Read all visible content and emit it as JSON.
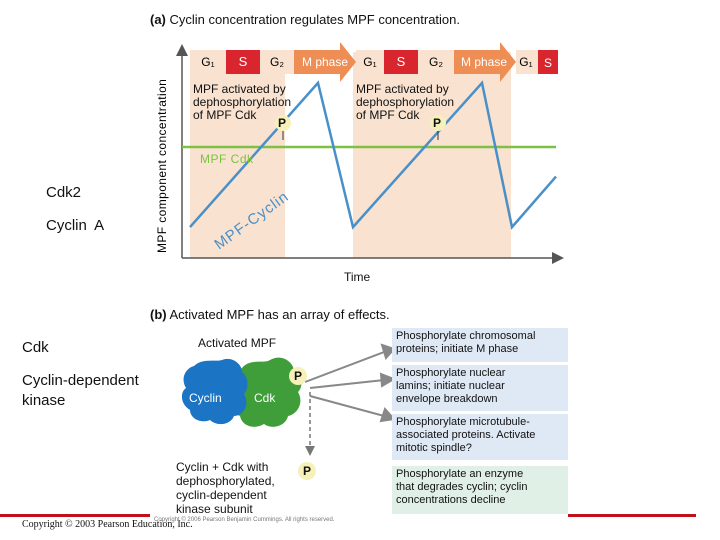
{
  "colors": {
    "phase_band": "#f9e2d0",
    "arrow_orange": "#ee8e54",
    "s_red": "#d9252e",
    "cdk_line": "#7dc142",
    "cyclin_line": "#4a90c8",
    "p_circle": "#f6f1b8",
    "cyclin_blob": "#1c75c4",
    "cdk_blob": "#3f9e3a",
    "box_blue": "#dfe9f5",
    "box_green": "#e0f0e6",
    "accent_red": "#c0101b"
  },
  "panel_a": {
    "label": "(a)",
    "title": "Cyclin concentration regulates MPF concentration.",
    "y_axis_label": "MPF component concentration",
    "x_axis_label": "Time",
    "phases": [
      {
        "label": "G₁",
        "style": "pink"
      },
      {
        "label": "S",
        "style": "red"
      },
      {
        "label": "G₂",
        "style": "pink"
      },
      {
        "label": "M phase",
        "style": "arrow"
      },
      {
        "label": "G₁",
        "style": "pink"
      },
      {
        "label": "S",
        "style": "red"
      },
      {
        "label": "G₂",
        "style": "pink"
      },
      {
        "label": "M phase",
        "style": "arrow"
      },
      {
        "label": "G₁",
        "style": "pink"
      },
      {
        "label": "S",
        "style": "red"
      }
    ],
    "annotation_1": {
      "line1": "MPF activated by",
      "line2": "dephosphorylation",
      "line3": "of MPF Cdk",
      "p": "P"
    },
    "annotation_2": {
      "line1": "MPF activated by",
      "line2": "dephosphorylation",
      "line3": "of MPF Cdk",
      "p": "P"
    },
    "cdk_line_label": "MPF Cdk",
    "cyclin_line_label": "MPF-Cyclin",
    "cyclin_level": {
      "min": 0.15,
      "peak": 0.85
    }
  },
  "left_labels": {
    "cdk2": "Cdk2",
    "cyclin_a": "Cyclin A",
    "cdk": "Cdk",
    "cdk_full_line1": "Cyclin-dependent",
    "cdk_full_line2": "kinase"
  },
  "panel_b": {
    "label": "(b)",
    "title": "Activated MPF has an array of effects.",
    "activated_label": "Activated MPF",
    "cyclin_label": "Cyclin",
    "cdk_label": "Cdk",
    "p": "P",
    "bottom_line1": "Cyclin + Cdk with",
    "bottom_line2": "dephosphorylated,",
    "bottom_line3": "cyclin-dependent",
    "bottom_line4": "kinase subunit",
    "effects": [
      {
        "line1": "Phosphorylate chromosomal",
        "line2": "proteins; initiate M phase",
        "line3": "",
        "style": "blue"
      },
      {
        "line1": "Phosphorylate nuclear",
        "line2": "lamins; initiate nuclear",
        "line3": "envelope breakdown",
        "style": "blue"
      },
      {
        "line1": "Phosphorylate microtubule-",
        "line2": "associated proteins. Activate",
        "line3": "mitotic spindle?",
        "style": "blue"
      },
      {
        "line1": "Phosphorylate an enzyme",
        "line2": "that degrades cyclin; cyclin",
        "line3": "concentrations decline",
        "style": "green"
      }
    ]
  },
  "copyright": "Copyright © 2003 Pearson Education, Inc.",
  "copyright_fine": "Copyright © 2006 Pearson Benjamin Cummings. All rights reserved."
}
